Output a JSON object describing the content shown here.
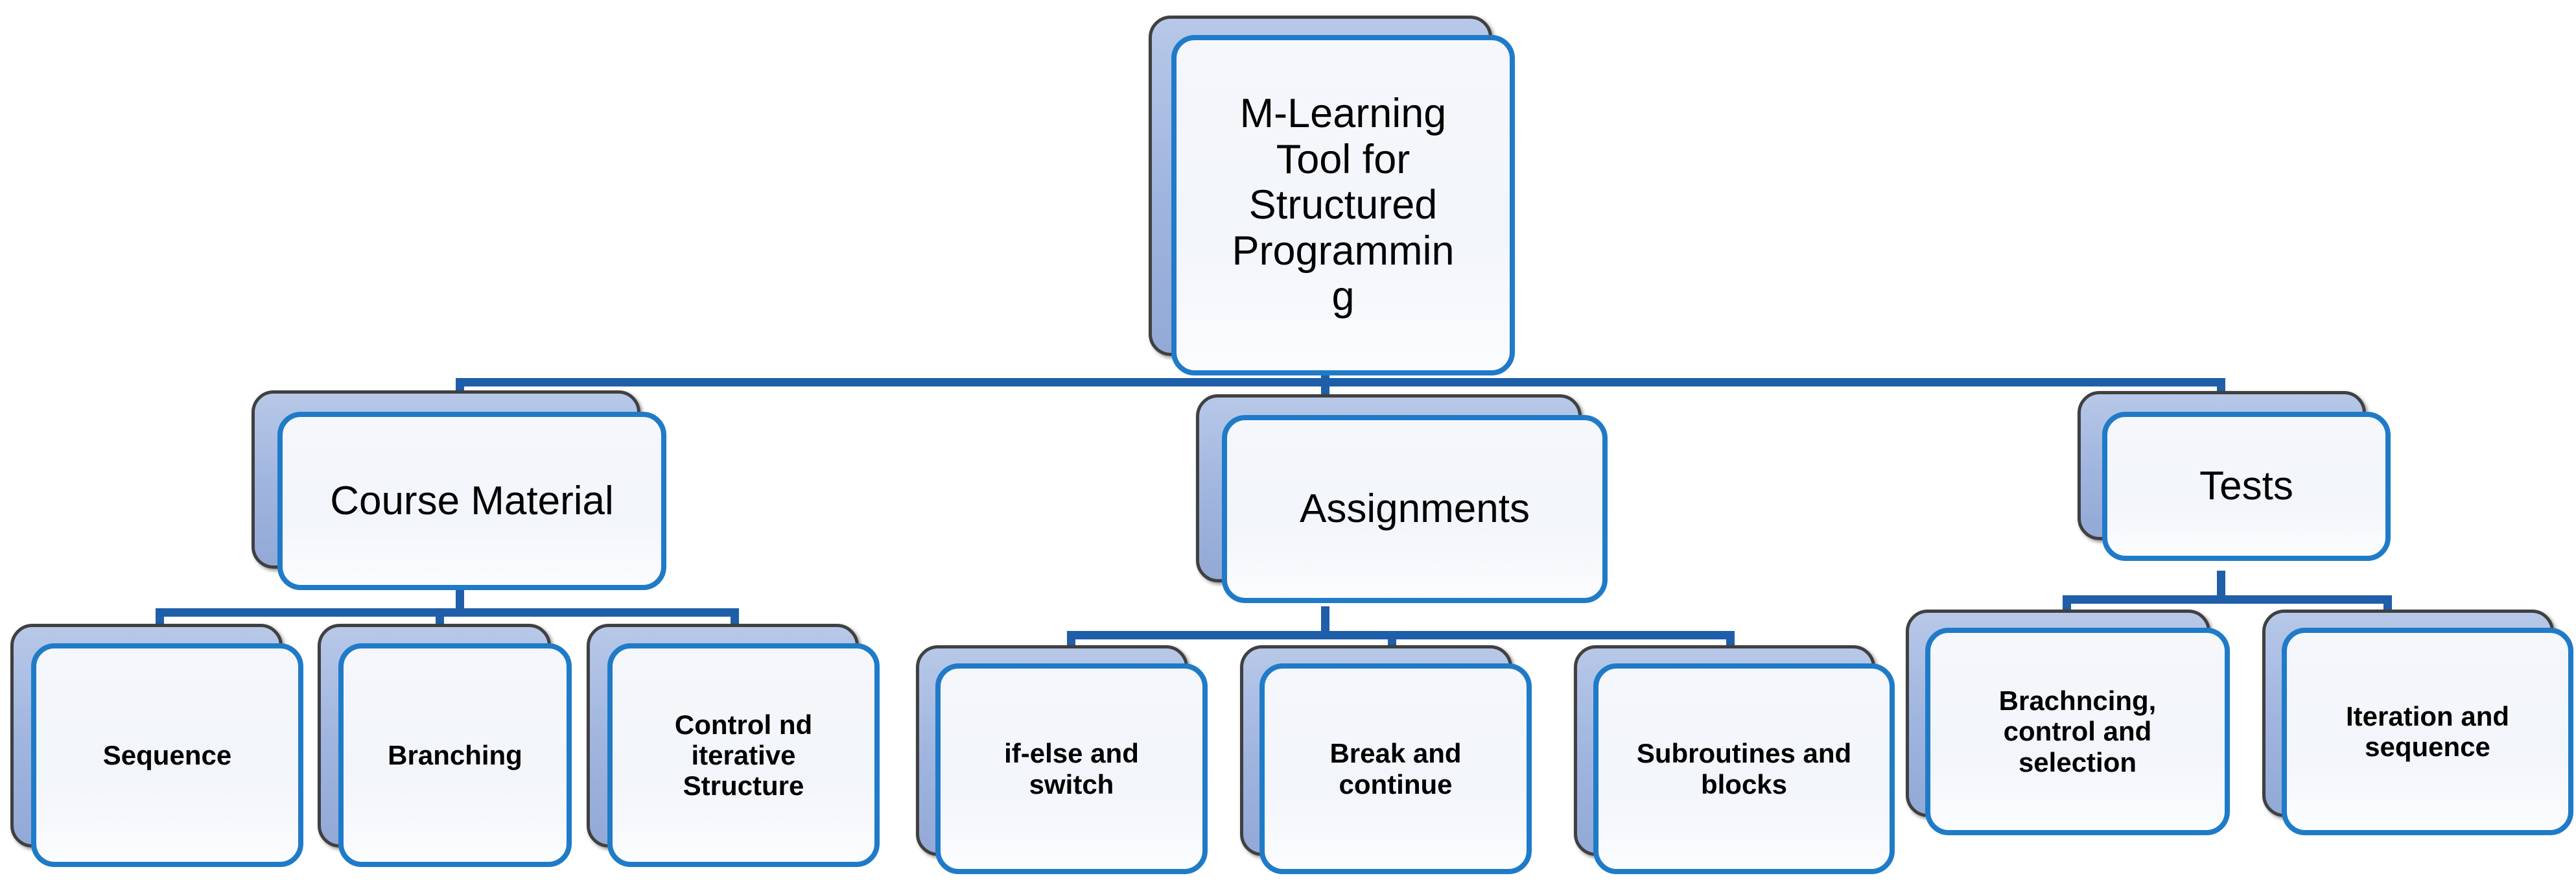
{
  "diagram": {
    "title_text": "M-Learning Tool for Structured Programming",
    "type": "organizational-hierarchy-tree",
    "accent_colors": {
      "connector_blue": "#1F5FA9",
      "node_border_blue": "#1F7BC8",
      "node_back_fill": "#9FB4DE",
      "node_front_fill": "#F5F7FB",
      "back_border_gray": "#404040",
      "text_color": "#000000",
      "background": "#FFFFFF"
    },
    "root": {
      "id": "root",
      "label": "M-Learning\nTool for\nStructured\nProgrammin\ng"
    },
    "branches": [
      {
        "id": "course-material",
        "label": "Course Material",
        "children": [
          {
            "id": "sequence",
            "label": "Sequence"
          },
          {
            "id": "branching",
            "label": "Branching"
          },
          {
            "id": "control-nd-iterative-structure",
            "label": "Control nd\niterative\nStructure"
          }
        ]
      },
      {
        "id": "assignments",
        "label": "Assignments",
        "children": [
          {
            "id": "if-else-and-switch",
            "label": "if-else and\nswitch"
          },
          {
            "id": "break-and-continue",
            "label": "Break and\ncontinue"
          },
          {
            "id": "subroutines-and-blocks",
            "label": "Subroutines and\nblocks"
          }
        ]
      },
      {
        "id": "tests",
        "label": "Tests",
        "children": [
          {
            "id": "brachncing-control-and-selection",
            "label": "Brachncing,\ncontrol and\nselection"
          },
          {
            "id": "iteration-and-sequence",
            "label": "Iteration and\nsequence"
          }
        ]
      }
    ]
  }
}
